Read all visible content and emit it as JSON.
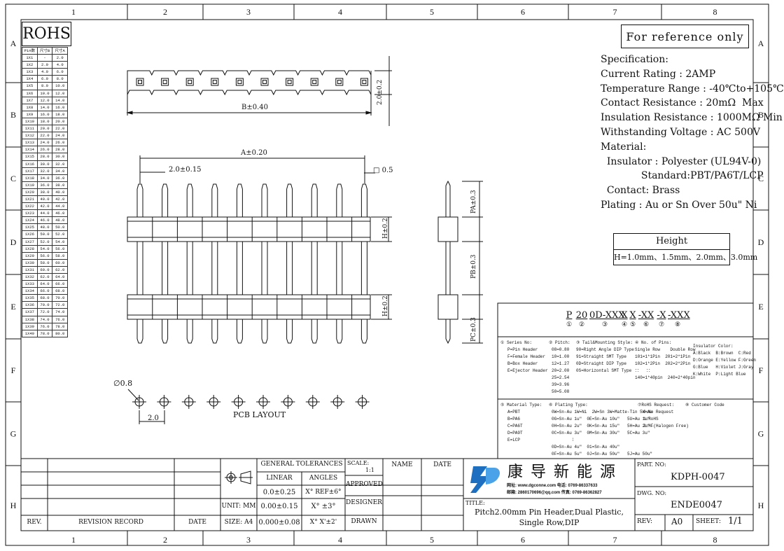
{
  "frame": {
    "col_labels": [
      "1",
      "2",
      "3",
      "4",
      "5",
      "6",
      "7",
      "8"
    ],
    "row_labels": [
      "A",
      "B",
      "C",
      "D",
      "E",
      "F",
      "G",
      "H"
    ]
  },
  "rohs": "ROHS",
  "ref_note": "For reference only",
  "pin_table": {
    "headers": [
      "Pin数",
      "尺寸B",
      "尺寸A"
    ],
    "rows": [
      [
        "1X1",
        "-",
        "2.0"
      ],
      [
        "1X2",
        "2.0",
        "4.0"
      ],
      [
        "1X3",
        "4.0",
        "6.0"
      ],
      [
        "1X4",
        "6.0",
        "8.0"
      ],
      [
        "1X5",
        "8.0",
        "10.0"
      ],
      [
        "1X6",
        "10.0",
        "12.0"
      ],
      [
        "1X7",
        "12.0",
        "14.0"
      ],
      [
        "1X8",
        "14.0",
        "16.0"
      ],
      [
        "1X9",
        "16.0",
        "18.0"
      ],
      [
        "1X10",
        "18.0",
        "20.0"
      ],
      [
        "1X11",
        "20.0",
        "22.0"
      ],
      [
        "1X12",
        "22.0",
        "24.0"
      ],
      [
        "1X13",
        "24.0",
        "26.0"
      ],
      [
        "1X14",
        "26.0",
        "28.0"
      ],
      [
        "1X15",
        "28.0",
        "30.0"
      ],
      [
        "1X16",
        "30.0",
        "32.0"
      ],
      [
        "1X17",
        "32.0",
        "34.0"
      ],
      [
        "1X18",
        "34.0",
        "36.0"
      ],
      [
        "1X19",
        "36.0",
        "38.0"
      ],
      [
        "1X20",
        "38.0",
        "40.0"
      ],
      [
        "1X21",
        "40.0",
        "42.0"
      ],
      [
        "1X22",
        "42.0",
        "44.0"
      ],
      [
        "1X23",
        "44.0",
        "46.0"
      ],
      [
        "1X24",
        "46.0",
        "48.0"
      ],
      [
        "1X25",
        "48.0",
        "50.0"
      ],
      [
        "1X26",
        "50.0",
        "52.0"
      ],
      [
        "1X27",
        "52.0",
        "54.0"
      ],
      [
        "1X28",
        "54.0",
        "56.0"
      ],
      [
        "1X29",
        "56.0",
        "58.0"
      ],
      [
        "1X30",
        "58.0",
        "60.0"
      ],
      [
        "1X31",
        "60.0",
        "62.0"
      ],
      [
        "1X32",
        "62.0",
        "64.0"
      ],
      [
        "1X33",
        "64.0",
        "66.0"
      ],
      [
        "1X34",
        "66.0",
        "68.0"
      ],
      [
        "1X35",
        "68.0",
        "70.0"
      ],
      [
        "1X36",
        "70.0",
        "72.0"
      ],
      [
        "1X37",
        "72.0",
        "74.0"
      ],
      [
        "1X38",
        "74.0",
        "76.0"
      ],
      [
        "1X39",
        "76.0",
        "78.0"
      ],
      [
        "1X40",
        "78.0",
        "80.0"
      ]
    ]
  },
  "spec": {
    "lines": [
      "Specification:",
      "Current Rating : 2AMP",
      "Temperature Range : -40℃to+105℃",
      "Contact Resistance : 20mΩ  Max",
      "Insulation Resistance : 1000MΩ Min",
      "Withstanding Voltage : AC 500V",
      "Material:",
      "  Insulator : Polyester (UL94V-0)",
      "             Standard:PBT/PA6T/LCP",
      "  Contact: Brass",
      "Plating : Au or Sn Over 50u\" Ni"
    ]
  },
  "height_box": {
    "title": "Height",
    "value": "H=1.0mm、1.5mm、2.0mm、3.0mm"
  },
  "dims": {
    "b": "B±0.40",
    "a": "A±0.20",
    "pitch": "2.0±0.15",
    "sq": "□ 0.5",
    "w": "2.0±0.2",
    "pa": "PA±0.3",
    "h1": "H±0.2",
    "pb": "PB±0.3",
    "h2": "H±0.2",
    "pc": "PC±0.3",
    "hole": "∅0.8",
    "pcb_pitch": "2.0",
    "pcb_title": "PCB LAYOUT"
  },
  "part_code": {
    "parts": [
      "P",
      "20",
      "0D-XXX",
      "X",
      "X",
      "-XX",
      "-X",
      "-XXX"
    ],
    "circles": [
      "①",
      "②",
      "③",
      "④",
      "⑤",
      "⑥",
      "⑦",
      "⑧"
    ],
    "series_head": "① Series No:",
    "series": [
      "P=Pin Header",
      "F=Female Header",
      "B=Box Header",
      "E=Ejector Header"
    ],
    "pitch_head": "② Pitch:",
    "pitch": [
      "08=0.80",
      "10=1.00",
      "12=1.27",
      "20=2.00",
      "25=2.54",
      "39=3.96",
      "50=5.08"
    ],
    "tail_head": "③ Tail&Mounting Style:",
    "tail": [
      "90=Right Angle DIP Type",
      "91=Straight SMT Type",
      "0D=Straight DIP Type",
      "0S=Horizontal SMT Type"
    ],
    "pins_head": "④ No. of Pins:",
    "pins_cols": [
      "Single Row",
      "Double Row"
    ],
    "pins": [
      [
        "101=1*1Pin",
        "201=2*1Pin"
      ],
      [
        "102=1*2Pin",
        "202=2*2Pin"
      ],
      [
        "：：",
        "：："
      ],
      [
        "140=1*40pin",
        "240=2*40pin"
      ]
    ],
    "color_head": "Insulator Color:",
    "color": [
      "A:Black  B:Brown  C:Red",
      "D:Orange E:Yellow F:Green",
      "G:Blue   H:Violet J:Gray",
      "K:White  P:Light Blue"
    ],
    "mat_head": "⑤ Material Type:",
    "mat": [
      "A=PBT",
      "B=PA6",
      "C=PA6T",
      "D=PA9T",
      "E=LCP"
    ],
    "plat_head": "⑥ Plating Type:",
    "plat": [
      "0W=Sn-Au 1W=Ni  2W=Sn 3W=Matte-Tin 5W=Au",
      "0G=Sn-Au 1u\"  0E=Sn-Au 10u\"   5U=Au 1u\"",
      "0H=Sn-Au 2u\"  0K=Sn-Au 15u\"   5H=Au 2u\"",
      "0C=Sn-Au 3u\"  0M=Sn-Au 30u\"   5C=Au 3u\"",
      "        ⁞",
      "0D=Sn-Au 4u\"  01=Sn-Au 40u\"",
      "0F=Sn-Au 5u\"  0J=Sn-Au 50u\"   5J=Au 50u\""
    ],
    "rohs_head": "⑦RoHS Request:",
    "rohs": [
      "0:No Request",
      "1:RoHS",
      "2:HF(Halogen Free)"
    ],
    "cust_head": "⑧ Customer Code"
  },
  "title_block": {
    "gen_tol": "GENERAL TOLERANCES",
    "linear": "LINEAR",
    "angles": "ANGLES",
    "lin1": "0.0±0.25",
    "ang1": "X° REF±6°",
    "unit": "UNIT: MM",
    "lin2": "0.00±0.15",
    "ang2": "X° ±3°",
    "size": "SIZE: A4",
    "lin3": "0.000±0.08",
    "ang3": "X° X'±2'",
    "scale": "SCALE:",
    "scale_val": "1:1",
    "approved": "APPROVED",
    "designer": "DESIGNER",
    "drawn": "DRAWN",
    "name": "NAME",
    "date_col": "DATE",
    "rev": "REV.",
    "revision_record": "REVISION RECORD",
    "date": "DATE",
    "company": "康 导 新 能 源",
    "web": "网址: www.dgconne.com  电话: 0769-86337633",
    "mail": "邮箱: 2860170696@qq.com  传真: 0769-86362827",
    "title_label": "TITLE:",
    "title_text": "Pitch2.00mm Pin Header,Dual Plastic,",
    "title_text2": "Single Row,DIP",
    "part_no_label": "PART. NO:",
    "part_no": "KDPH-0047",
    "dwg_no_label": "DWG. NO:",
    "dwg_no": "ENDE0047",
    "rev_label": "REV:",
    "rev_val": "A0",
    "sheet_label": "SHEET:",
    "sheet_val": "1/1"
  },
  "colors": {
    "line": "#111111",
    "logo_blue": "#1e6fc0"
  }
}
